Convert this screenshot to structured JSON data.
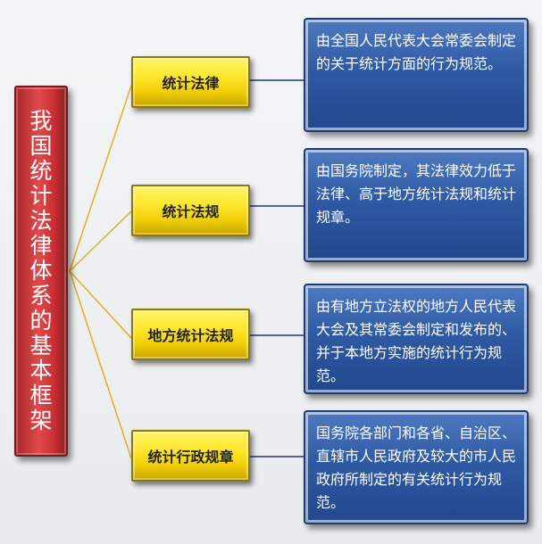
{
  "root": {
    "label": "我国统计法律体系的基本框架"
  },
  "categories": [
    {
      "label": "统计法律",
      "description": "由全国人民代表大会常委会制定的关于统计方面的行为规范。"
    },
    {
      "label": "统计法规",
      "description": "由国务院制定，其法律效力低于法律、高于地方统计法规和统计规章。"
    },
    {
      "label": "地方统计法规",
      "description": "由有地方立法权的地方人民代表大会及其常委会制定和发布的、并于本地方实施的统计行为规范。"
    },
    {
      "label": "统计行政规章",
      "description": "国务院各部门和各省、自治区、直辖市人民政府及较大的市人民政府所制定的有关统计行为规范。"
    }
  ],
  "colors": {
    "root_fill": "#d8393c",
    "category_fill": "#fde62a",
    "description_fill": "#2f5aa4",
    "connector": "#e0b020",
    "description_connector": "#1d3a72"
  }
}
